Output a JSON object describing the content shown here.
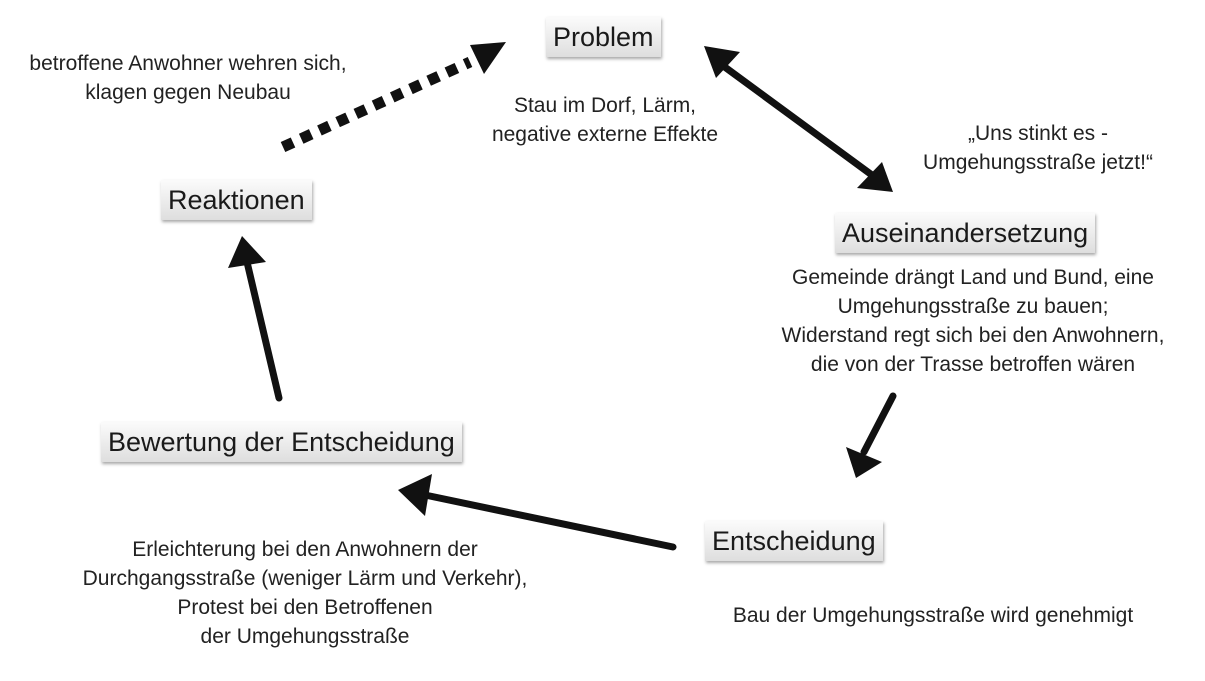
{
  "nodes": {
    "problem": "Problem",
    "auseinandersetzung": "Auseinandersetzung",
    "entscheidung": "Entscheidung",
    "bewertung": "Bewertung der Entscheidung",
    "reaktionen": "Reaktionen"
  },
  "notes": {
    "problem": [
      "Stau im Dorf, Lärm,",
      "negative externe Effekte"
    ],
    "quote": [
      "„Uns stinkt es -",
      "Umgehungsstraße jetzt!“"
    ],
    "auseinandersetzung": [
      "Gemeinde drängt Land und Bund, eine",
      "Umgehungsstraße zu bauen;",
      "Widerstand regt sich bei den Anwohnern,",
      "die von der Trasse betroffen wären"
    ],
    "entscheidung": [
      "Bau der Umgehungsstraße wird genehmigt"
    ],
    "bewertung": [
      "Erleichterung bei den Anwohnern der",
      "Durchgangsstraße (weniger Lärm und Verkehr),",
      "Protest bei den Betroffenen",
      "der Umgehungsstraße"
    ],
    "reaktionen": [
      "betroffene Anwohner wehren sich,",
      "klagen gegen Neubau"
    ]
  }
}
